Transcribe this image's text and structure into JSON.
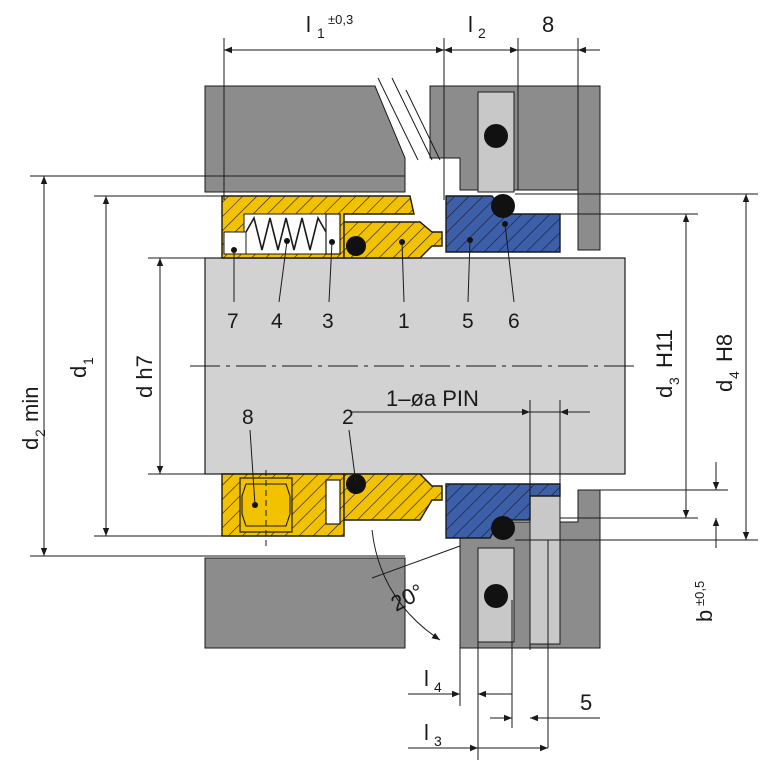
{
  "labels": {
    "l1": "l",
    "l1_sub": "1",
    "l1_tol": "±0,3",
    "l2": "l",
    "l2_sub": "2",
    "w8": "8",
    "d2": "d",
    "d2_sub": "2",
    "d2_suffix": "min",
    "d1": "d",
    "d1_sub": "1",
    "dh7": "d h7",
    "d3": "d",
    "d3_sub": "3",
    "d3_suffix": "H11",
    "d4": "d",
    "d4_sub": "4",
    "d4_suffix": "H8",
    "b": "b",
    "b_tol": "±0,5",
    "pin": "1–øa PIN",
    "angle": "20°",
    "l4": "l",
    "l4_sub": "4",
    "l3": "l",
    "l3_sub": "3",
    "w5": "5"
  },
  "parts": {
    "p7": "7",
    "p4": "4",
    "p3": "3",
    "p1": "1",
    "p5": "5",
    "p6": "6",
    "p8": "8",
    "p2": "2"
  },
  "colors": {
    "housing": "#8c8c8c",
    "shaft": "#d2d2d2",
    "yellow": "#f2c200",
    "blue": "#3d5ea8",
    "white": "#ffffff",
    "line": "#1a1a1a"
  }
}
